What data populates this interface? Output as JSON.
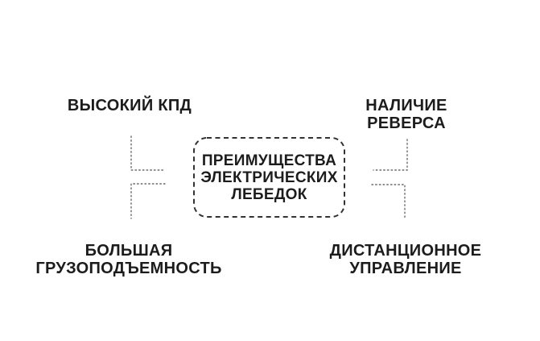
{
  "diagram": {
    "center": {
      "lines": [
        "ПРЕИМУЩЕСТВА",
        "ЭЛЕКТРИЧЕСКИХ",
        "ЛЕБЕДОК"
      ]
    },
    "nodes": [
      {
        "id": "top-left",
        "lines": [
          "ВЫСОКИЙ КПД",
          ""
        ]
      },
      {
        "id": "top-right",
        "lines": [
          "НАЛИЧИЕ",
          "РЕВЕРСА"
        ]
      },
      {
        "id": "bottom-left",
        "lines": [
          "БОЛЬШАЯ",
          "ГРУЗОПОДЪЕМНОСТЬ"
        ]
      },
      {
        "id": "bottom-right",
        "lines": [
          "ДИСТАНЦИОННОЕ",
          "УПРАВЛЕНИЕ"
        ]
      }
    ],
    "colors": {
      "text": "#1c1c1c",
      "border": "#333333",
      "connector": "#6b6b6b",
      "background": "#ffffff"
    }
  }
}
